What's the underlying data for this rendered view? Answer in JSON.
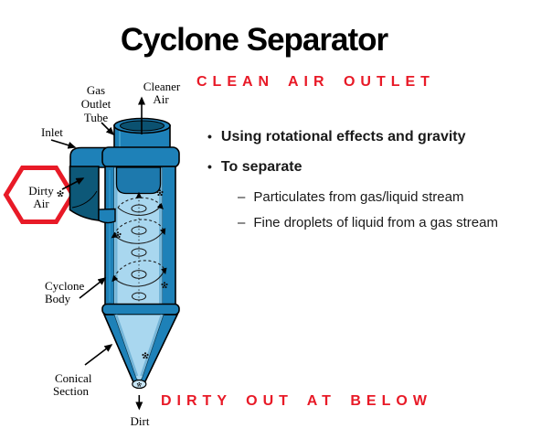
{
  "title": "Cyclone Separator",
  "headers": {
    "clean_air": "CLEAN AIR OUTLET",
    "dirty_out": "DIRTY OUT AT BELOW"
  },
  "bullets": {
    "marker": "•",
    "dash": "–",
    "items": [
      {
        "text": "Using rotational effects and gravity"
      },
      {
        "text": "To separate"
      }
    ],
    "sub_items": [
      "Particulates from gas/liquid stream",
      "Fine droplets of liquid from a gas stream"
    ]
  },
  "diagram": {
    "labels": {
      "gas": "Gas",
      "outlet": "Outlet",
      "tube": "Tube",
      "cleaner": "Cleaner",
      "cleaner_air": "Air",
      "inlet": "Inlet",
      "dirty": "Dirty",
      "dirty_air": "Air",
      "cyclone": "Cyclone",
      "body": "Body",
      "conical": "Conical",
      "section": "Section",
      "dirt": "Dirt"
    },
    "colors": {
      "body_blue": "#1e81b8",
      "inner_tube_blue": "#1d79ad",
      "dark_teal": "#0d5878",
      "opening_teal": "#0b5170",
      "interior_light_blue": "#a9d7ef",
      "pale_blue": "#c9e7f7",
      "rim_blue": "#74b5d8",
      "accent_red": "#e81a27",
      "outline_black": "#000000"
    }
  }
}
